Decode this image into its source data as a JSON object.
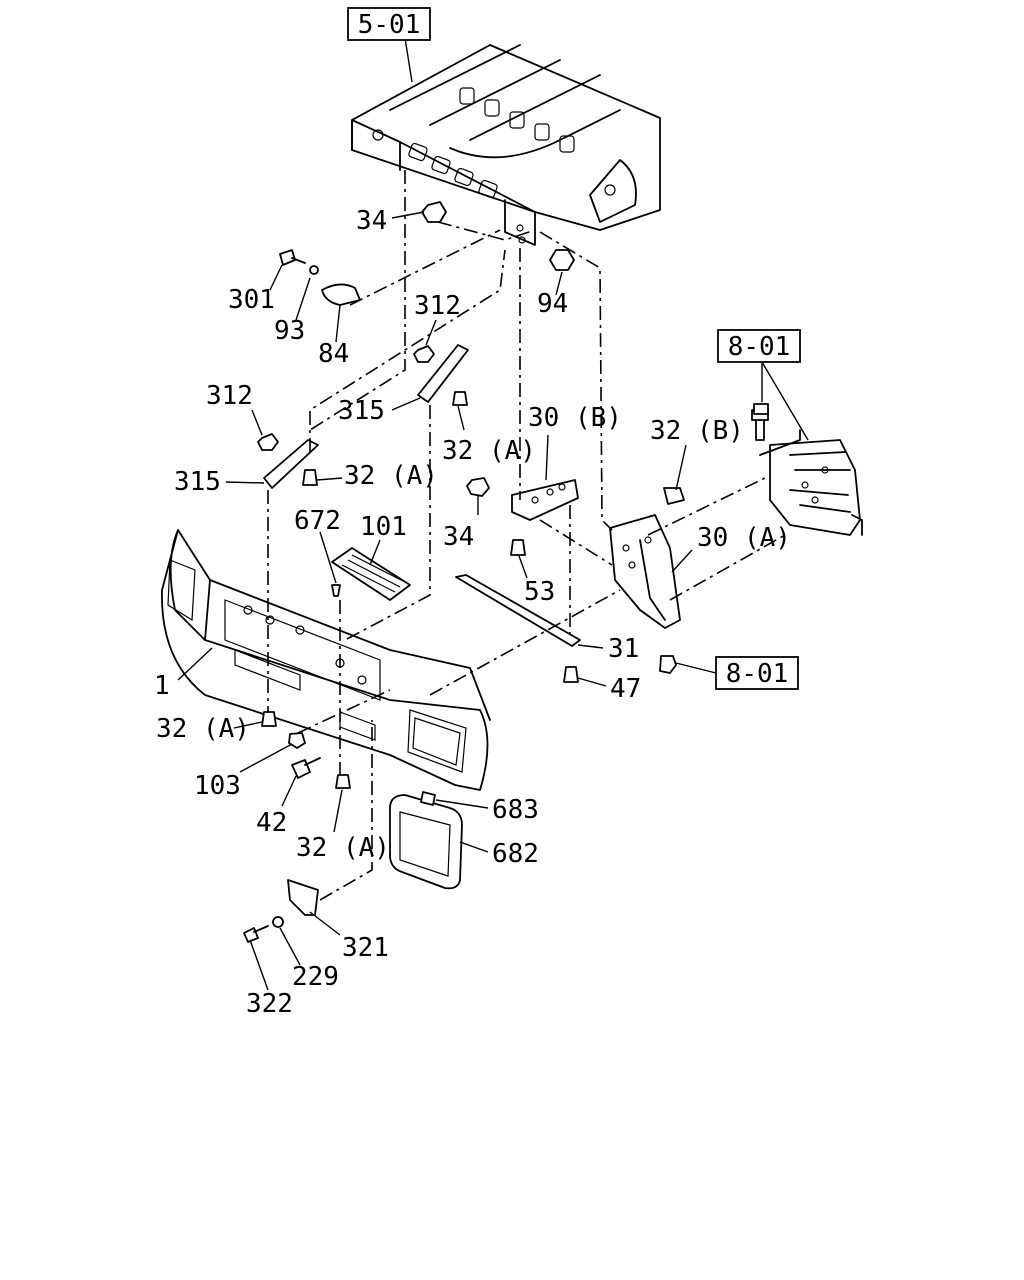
{
  "diagram": {
    "ref_boxes": [
      {
        "id": "ref-top",
        "text": "5-01"
      },
      {
        "id": "ref-right-upper",
        "text": "8-01"
      },
      {
        "id": "ref-right-lower",
        "text": "8-01"
      }
    ],
    "callouts": [
      {
        "id": "c34a",
        "text": "34"
      },
      {
        "id": "c301",
        "text": "301"
      },
      {
        "id": "c93",
        "text": "93"
      },
      {
        "id": "c84",
        "text": "84"
      },
      {
        "id": "c94",
        "text": "94"
      },
      {
        "id": "c312a",
        "text": "312"
      },
      {
        "id": "c315a",
        "text": "315"
      },
      {
        "id": "c32Aa",
        "text": "32 (A)"
      },
      {
        "id": "c312b",
        "text": "312"
      },
      {
        "id": "c315b",
        "text": "315"
      },
      {
        "id": "c32Ab",
        "text": "32 (A)"
      },
      {
        "id": "c30B",
        "text": "30 (B)"
      },
      {
        "id": "c32B",
        "text": "32 (B)"
      },
      {
        "id": "c34b",
        "text": "34"
      },
      {
        "id": "c672",
        "text": "672"
      },
      {
        "id": "c101",
        "text": "101"
      },
      {
        "id": "c30A",
        "text": "30 (A)"
      },
      {
        "id": "c53",
        "text": "53"
      },
      {
        "id": "c31",
        "text": "31"
      },
      {
        "id": "c47",
        "text": "47"
      },
      {
        "id": "c1",
        "text": "1"
      },
      {
        "id": "c32Ac",
        "text": "32 (A)"
      },
      {
        "id": "c103",
        "text": "103"
      },
      {
        "id": "c42",
        "text": "42"
      },
      {
        "id": "c32Ad",
        "text": "32 (A)"
      },
      {
        "id": "c683",
        "text": "683"
      },
      {
        "id": "c682",
        "text": "682"
      },
      {
        "id": "c321",
        "text": "321"
      },
      {
        "id": "c229",
        "text": "229"
      },
      {
        "id": "c322",
        "text": "322"
      }
    ]
  }
}
